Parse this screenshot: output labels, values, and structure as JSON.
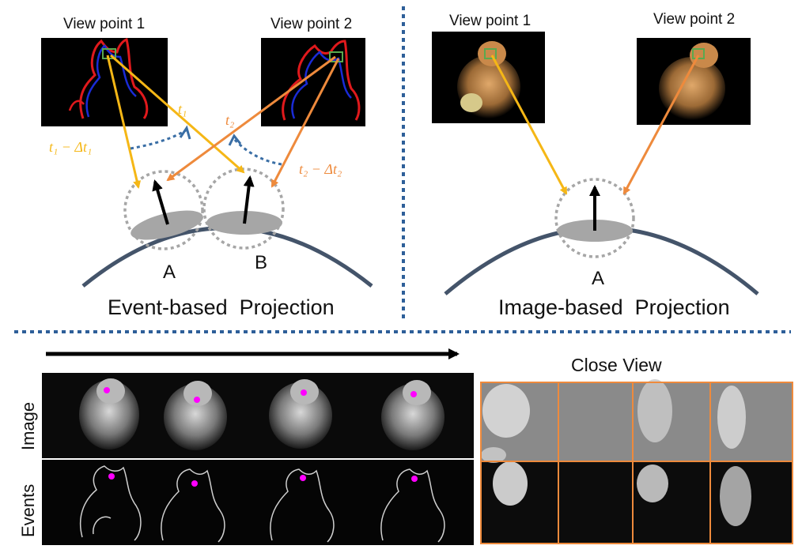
{
  "top_left": {
    "view1_label": "View point 1",
    "view2_label": "View point 2",
    "t1": "t₁",
    "t2": "t₂",
    "t1_prev": "t₁ − Δt₁",
    "t2_prev": "t₂ − Δt₂",
    "patch_a": "A",
    "patch_b": "B",
    "caption": "Event-based  Projection"
  },
  "top_right": {
    "view1_label": "View point 1",
    "view2_label": "View point 2",
    "patch_a": "A",
    "caption": "Image-based  Projection"
  },
  "bottom": {
    "row_image": "Image",
    "row_events": "Events",
    "close_view": "Close View",
    "frame_count": 4,
    "close_grid": {
      "rows": 2,
      "cols": 4
    }
  },
  "colors": {
    "ray_view1": "#f5b716",
    "ray_view2": "#ee8a3c",
    "time_arc": "#3a6ea5",
    "surface": "#44546a",
    "divider": "#2e5f99",
    "patch": "#a6a6a6",
    "circle": "#a6a6a6",
    "close_view_border": "#ee8a3c",
    "marker": "#ff00ff"
  }
}
